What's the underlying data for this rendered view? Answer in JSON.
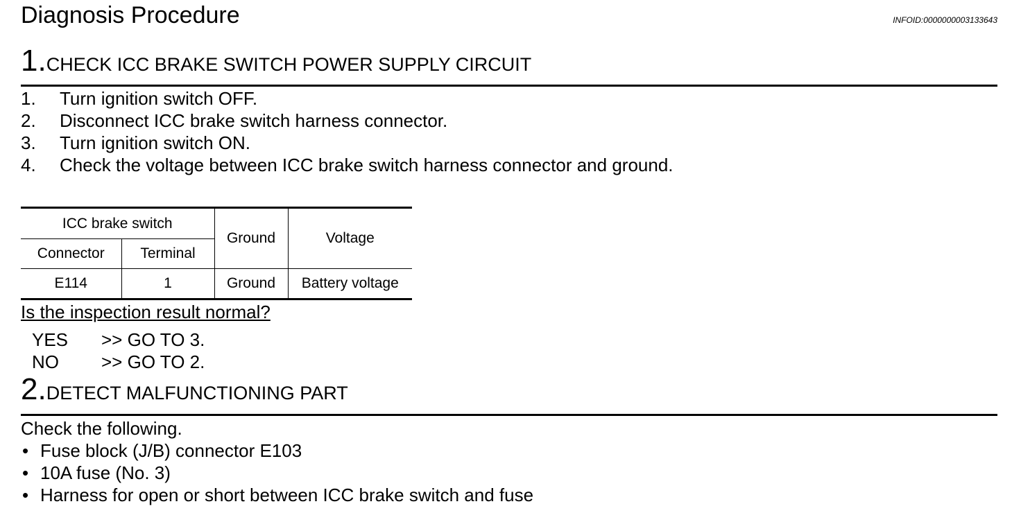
{
  "header": {
    "title": "Diagnosis Procedure",
    "info_id": "INFOID:0000000003133643"
  },
  "step1": {
    "number": "1.",
    "title": "CHECK ICC BRAKE SWITCH POWER SUPPLY CIRCUIT",
    "items": [
      {
        "num": "1.",
        "text": "Turn ignition switch OFF."
      },
      {
        "num": "2.",
        "text": "Disconnect ICC brake switch harness connector."
      },
      {
        "num": "3.",
        "text": "Turn ignition switch ON."
      },
      {
        "num": "4.",
        "text": "Check the voltage between ICC brake switch harness connector and ground."
      }
    ],
    "table": {
      "group_header": "ICC brake switch",
      "headers": [
        "Connector",
        "Terminal",
        "Ground",
        "Voltage"
      ],
      "rows": [
        [
          "E114",
          "1",
          "Ground",
          "Battery voltage"
        ]
      ]
    },
    "question": "Is the inspection result normal?",
    "answers": [
      {
        "answer": "YES",
        "action": ">> GO TO 3."
      },
      {
        "answer": "NO",
        "action": ">> GO TO 2."
      }
    ]
  },
  "step2": {
    "number": "2.",
    "title": "DETECT MALFUNCTIONING PART",
    "intro": "Check the following.",
    "bullet_char": "•",
    "bullets": [
      "Fuse block (J/B) connector E103",
      "10A fuse (No. 3)",
      "Harness for open or short between ICC brake switch and fuse"
    ]
  }
}
